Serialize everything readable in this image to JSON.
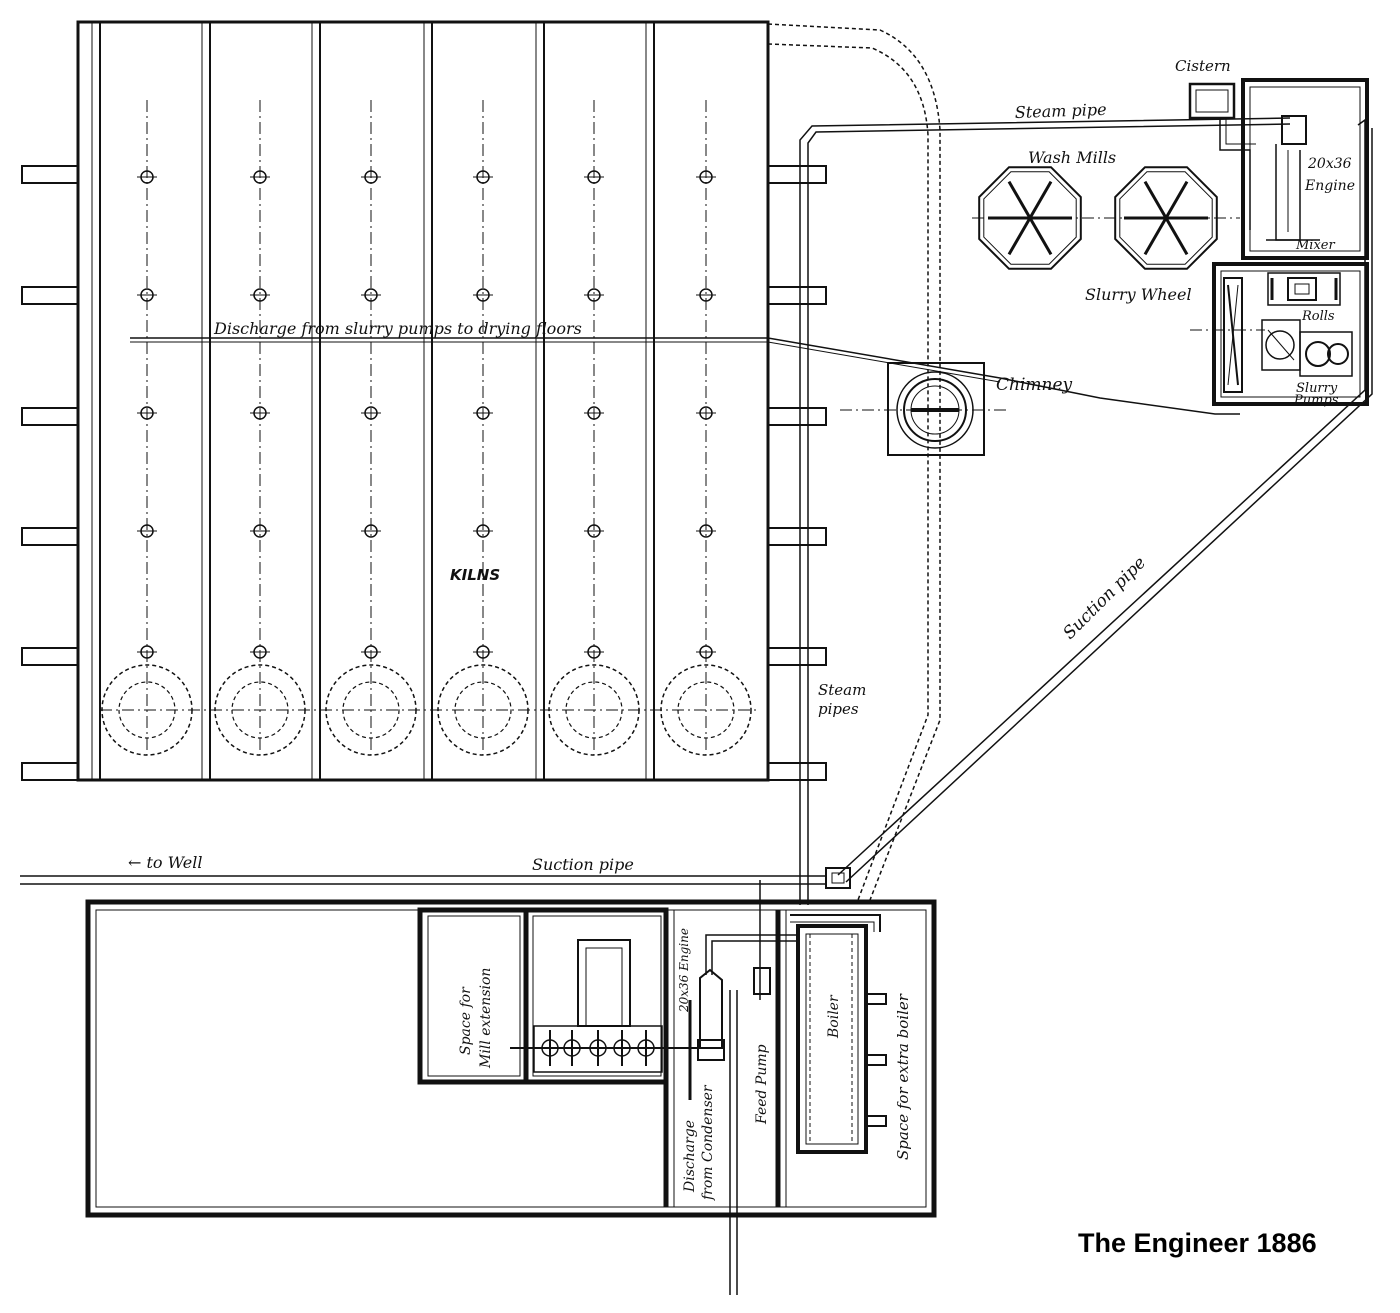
{
  "labels": {
    "cistern": "Cistern",
    "steam_pipe_top": "Steam pipe",
    "wash_mills": "Wash Mills",
    "engine_top_size": "20x36",
    "engine_top": "Engine",
    "mixer": "Mixer",
    "slurry_wheel": "Slurry Wheel",
    "rolls": "Rolls",
    "slurry_pumps_line1": "Slurry",
    "slurry_pumps_line2": "Pumps",
    "discharge_slurry": "Discharge from slurry pumps to drying floors",
    "chimney": "Chimney",
    "kilns": "KILNS",
    "suction_pipe_diag": "Suction pipe",
    "steam_pipes_line1": "Steam",
    "steam_pipes_line2": "pipes",
    "to_well": "← to Well",
    "suction_pipe_horiz": "Suction pipe",
    "space_mill_line1": "Space for",
    "space_mill_line2": "Mill extension",
    "engine_bottom": "20x36 Engine",
    "discharge_condenser_line1": "Discharge",
    "discharge_condenser_line2": "from Condenser",
    "feed_pump": "Feed Pump",
    "boiler": "Boiler",
    "space_extra_boiler": "Space for extra boiler"
  },
  "credit": "The Engineer 1886"
}
